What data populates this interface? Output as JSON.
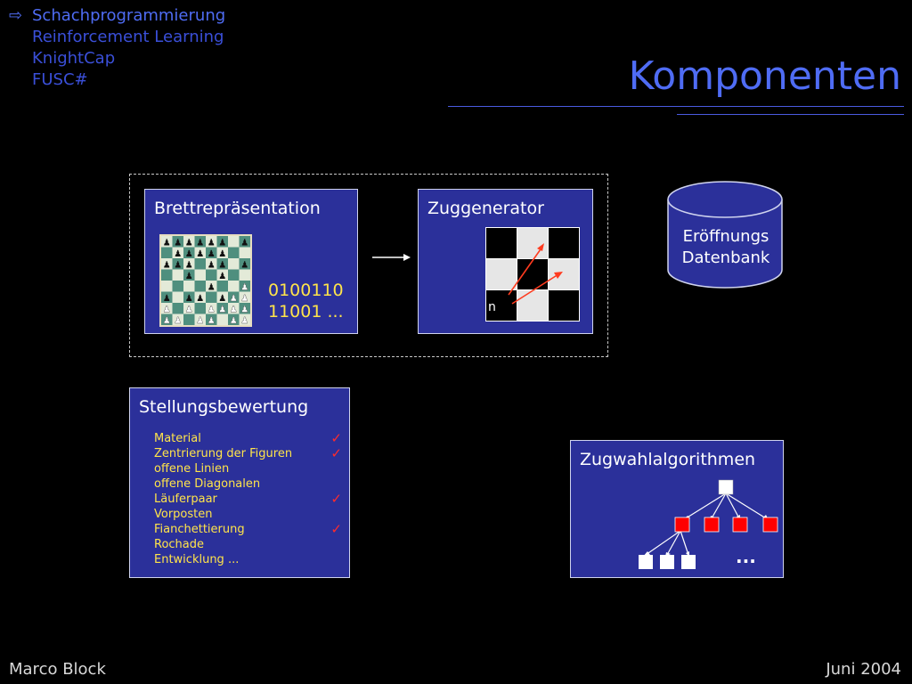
{
  "nav": {
    "active_marker": "⇨",
    "items": [
      "Schachprogrammierung",
      "Reinforcement Learning",
      "KnightCap",
      "FUSC#"
    ]
  },
  "title": "Komponenten",
  "board_box": {
    "title": "Brettrepräsentation",
    "binary_line1": "0100110",
    "binary_line2": "11001 ..."
  },
  "move_gen": {
    "title": "Zuggenerator",
    "cell_label": "n"
  },
  "database": {
    "line1": "Eröffnungs",
    "line2": "Datenbank"
  },
  "eval": {
    "title": "Stellungsbewertung",
    "items": [
      {
        "label": "Material",
        "checked": true
      },
      {
        "label": "Zentrierung der Figuren",
        "checked": true
      },
      {
        "label": "offene Linien",
        "checked": false
      },
      {
        "label": "offene Diagonalen",
        "checked": false
      },
      {
        "label": "Läuferpaar",
        "checked": true
      },
      {
        "label": "Vorposten",
        "checked": false
      },
      {
        "label": "Fianchettierung",
        "checked": true
      },
      {
        "label": "Rochade",
        "checked": false
      },
      {
        "label": "Entwicklung ...",
        "checked": false
      }
    ]
  },
  "search": {
    "title": "Zugwahlalgorithmen",
    "ellipsis": "..."
  },
  "footer": {
    "author": "Marco Block",
    "date": "Juni 2004"
  },
  "colors": {
    "nav_active": "#4f6cf4",
    "nav_inactive": "#3a4fd8",
    "box_fill": "#2b309a",
    "text_yellow": "#ffe44a",
    "check_red": "#ff2b2b",
    "arrow_red": "#ff3b1f",
    "tree_red": "#ff0000"
  },
  "icons": [
    "arrow-right-icon",
    "checkmark-icon",
    "chessboard-icon",
    "database-cylinder-icon"
  ]
}
